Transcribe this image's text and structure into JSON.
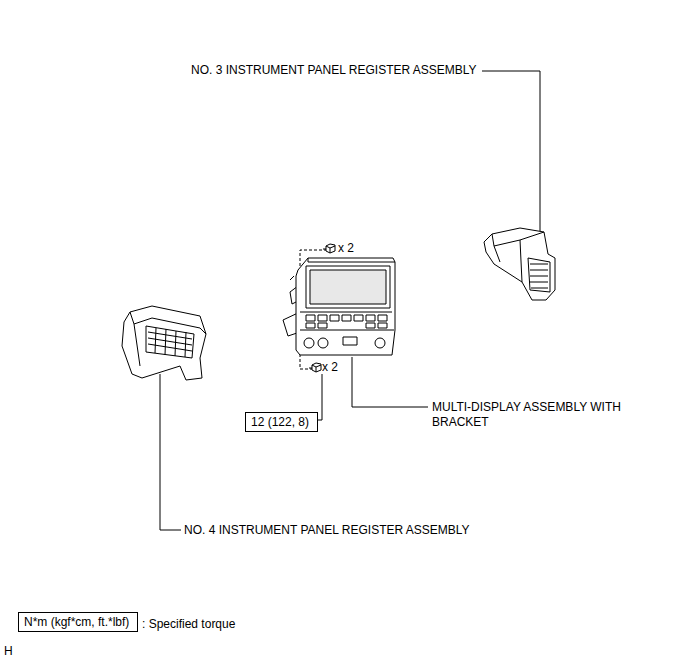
{
  "diagram": {
    "nodes": [
      {
        "text": [
          "12 (122, 8)"
        ]
      },
      {
        "text": [
          "N*m (kgf*cm, ft.*lbf)"
        ]
      }
    ],
    "labels": [
      "NO. 3 INSTRUMENT PANEL REGISTER ASSEMBLY",
      "x 2",
      "MULTI-DISPLAY ASSEMBLY WITH BRACKET",
      "x 2",
      "NO. 4 INSTRUMENT PANEL REGISTER ASSEMBLY",
      ": Specified torque",
      "H"
    ]
  }
}
